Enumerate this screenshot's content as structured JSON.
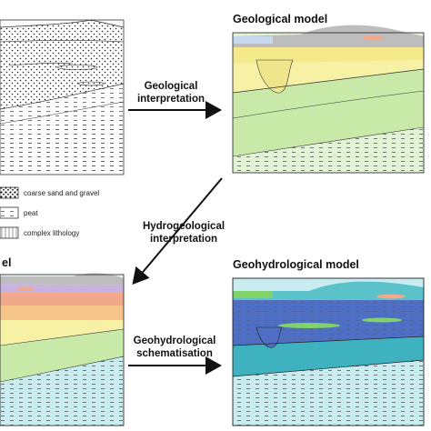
{
  "titles": {
    "geological_model": "Geological model",
    "hydrogeological_model_partial": "el",
    "geohydrological_model": "Geohydrological model"
  },
  "steps": {
    "geological_interpretation": [
      "Geological",
      "interpretation"
    ],
    "hydrogeological_interpretation": [
      "Hydrogeological",
      "interpretation"
    ],
    "geohydrological_schematisation": [
      "Geohydrological",
      "schematisation"
    ]
  },
  "legend": [
    {
      "label": "coarse sand and gravel",
      "swatch": "coarse-sand-dots"
    },
    {
      "label": "peat",
      "swatch": "peat-dashes"
    },
    {
      "label": "complex lithology",
      "swatch": "complex-hatch"
    }
  ],
  "colors": {
    "arrow": "#111111",
    "outline": "#333333",
    "grey_dune": "#bdbdbd",
    "yellow": "#f7f1a6",
    "green": "#c9e9a9",
    "light_blue": "#c9ecf1",
    "dark_blue": "#4f6fc4",
    "teal": "#3fb2c0",
    "salmon": "#f2a88a",
    "orange": "#f7c489",
    "purple": "#c9b2e0",
    "bright_green": "#7fd36a"
  }
}
